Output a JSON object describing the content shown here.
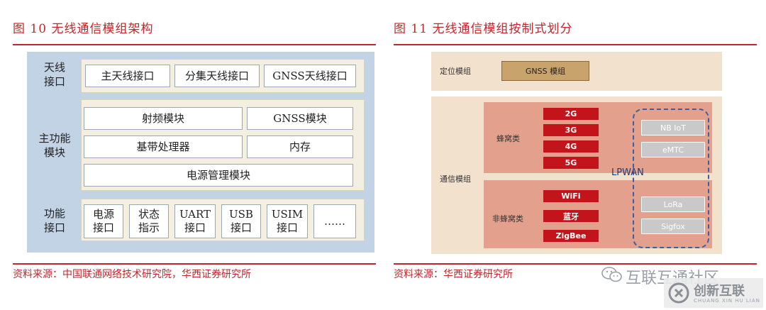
{
  "left": {
    "title": "图 10 无线通信模组架构",
    "source": "资料来源：中国联通网络技术研究院，华西证券研究所",
    "antenna": {
      "group": "天线\n接口",
      "items": [
        "主天线接口",
        "分集天线接口",
        "GNSS天线接口"
      ]
    },
    "main": {
      "group": "主功能\n模块",
      "rf": "射频模块",
      "gnss": "GNSS模块",
      "baseband": "基带处理器",
      "memory": "内存",
      "power": "电源管理模块"
    },
    "func": {
      "group": "功能\n接口",
      "items": [
        "电源\n接口",
        "状态\n指示",
        "UART\n接口",
        "USB\n接口",
        "USIM\n接口",
        "……"
      ]
    }
  },
  "right": {
    "title": "图 11 无线通信模组按制式划分",
    "source": "资料来源：华西证券研究所",
    "positioning": {
      "label": "定位模组",
      "box": "GNSS 模组"
    },
    "comm": {
      "label": "通信模组"
    },
    "cellular": {
      "label": "蜂窝类",
      "items": [
        "2G",
        "3G",
        "4G",
        "5G"
      ]
    },
    "noncellular": {
      "label": "非蜂窝类",
      "items": [
        "WiFi",
        "蓝牙",
        "ZigBee"
      ]
    },
    "lpwan": {
      "label": "LPWAN",
      "cellular_items": [
        "NB IoT",
        "eMTC"
      ],
      "noncellular_items": [
        "LoRa",
        "Sigfox"
      ]
    }
  },
  "watermark": {
    "text": "互联互通社区",
    "brand": "创新互联",
    "brand_sub": "CHUANG XIN HU LIAN"
  },
  "colors": {
    "accent": "#c0262c",
    "red_box": "#c4141b",
    "grey_box": "#c9c9c9",
    "lpwan_outline": "#3b5fa5"
  }
}
